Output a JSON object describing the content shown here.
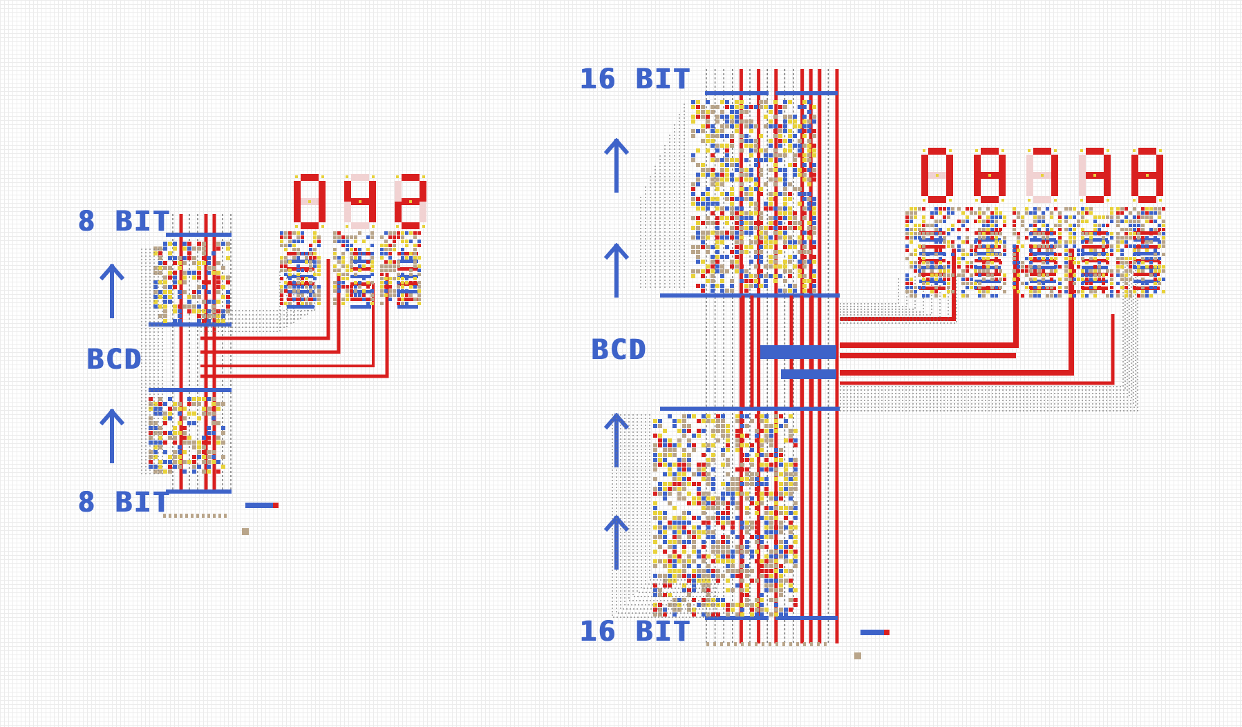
{
  "left_circuit": {
    "input_label": "8 BIT",
    "middle_label": "BCD",
    "output_label": "8 BIT",
    "display_digits": [
      "0",
      "4",
      "2"
    ]
  },
  "right_circuit": {
    "input_label": "16 BIT",
    "middle_label": "BCD",
    "output_label": "16 BIT",
    "display_digits": [
      "0",
      "8",
      "7",
      "3",
      "8"
    ]
  },
  "colors": {
    "wire_on": "#d91f1f",
    "bus": "#3e63c9",
    "wire_off": "#7a7a7a",
    "gate": "#e8d23a",
    "label": "#3e63c9"
  },
  "icons": [
    "up-arrow-icon",
    "seven-segment-digit",
    "logic-gate-cell"
  ]
}
